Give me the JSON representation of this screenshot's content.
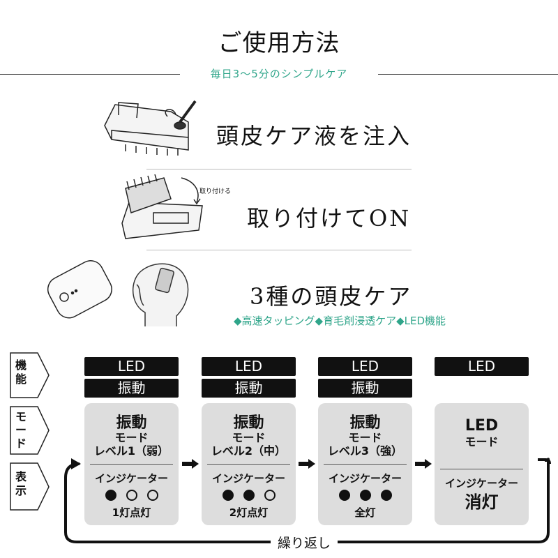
{
  "header": {
    "title": "ご使用方法",
    "subtitle": "毎日3〜5分のシンプルケア"
  },
  "steps": [
    {
      "text": "頭皮ケア液を注入"
    },
    {
      "text": "取り付けてON",
      "note": "取り付ける"
    },
    {
      "text": "3種の頭皮ケア",
      "features": "◆高速タッピング◆育毛剤浸透ケア◆LED機能"
    }
  ],
  "side_labels": [
    {
      "label": "機\n能"
    },
    {
      "label": "モ\nー\nド"
    },
    {
      "label": "表\n示"
    }
  ],
  "modes": [
    {
      "func_led": "LED",
      "func_vib": "振動",
      "mode_title": "振動",
      "mode_sub1": "モード",
      "mode_sub2": "レベル1（弱）",
      "indicator_label": "インジケーター",
      "indicator": [
        1,
        0,
        0
      ],
      "indicator_text": "1灯点灯"
    },
    {
      "func_led": "LED",
      "func_vib": "振動",
      "mode_title": "振動",
      "mode_sub1": "モード",
      "mode_sub2": "レベル2（中）",
      "indicator_label": "インジケーター",
      "indicator": [
        1,
        1,
        0
      ],
      "indicator_text": "2灯点灯"
    },
    {
      "func_led": "LED",
      "func_vib": "振動",
      "mode_title": "振動",
      "mode_sub1": "モード",
      "mode_sub2": "レベル3（強）",
      "indicator_label": "インジケーター",
      "indicator": [
        1,
        1,
        1
      ],
      "indicator_text": "全灯"
    },
    {
      "func_led": "LED",
      "mode_title": "LED",
      "mode_sub1": "モード",
      "indicator_label": "インジケーター",
      "indicator_text": "消灯"
    }
  ],
  "loop_label": "繰り返し",
  "colors": {
    "accent": "#2fa58a",
    "label_bg": "#111111",
    "card_bg": "#dddddd"
  }
}
